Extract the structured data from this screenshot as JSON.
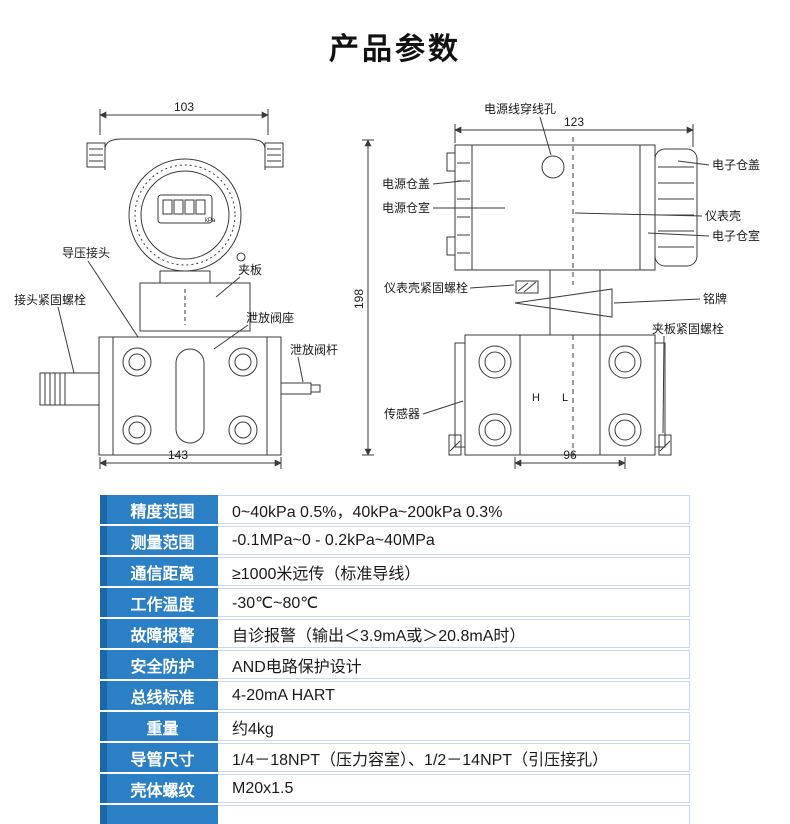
{
  "theme": {
    "accent_blue": "#2a7fc5",
    "accent_blue_dark": "#1b67a8",
    "line_color": "#3a3a3a"
  },
  "page": {
    "title": "产品参数"
  },
  "diagram": {
    "left": {
      "dim_top": "103",
      "dim_bottom": "143",
      "lcd_unit": "kPa",
      "labels": {
        "pressure_joint": "导压接头",
        "joint_bolt": "接头紧固螺栓",
        "clamp_plate": "夹板",
        "vent_valve_seat": "泄放阀座",
        "vent_valve_stem": "泄放阀杆"
      }
    },
    "right": {
      "dim_top": "123",
      "dim_left": "198",
      "dim_bottom": "96",
      "port_h": "H",
      "port_l": "L",
      "labels": {
        "cable_hole": "电源线穿线孔",
        "power_cover": "电源仓盖",
        "power_chamber": "电源仓室",
        "electronics_cover": "电子仓盖",
        "meter_housing": "仪表壳",
        "electronics_chamber": "电子仓室",
        "housing_bolt": "仪表壳紧固螺栓",
        "nameplate": "铭牌",
        "clamp_bolt": "夹板紧固螺栓",
        "sensor": "传感器"
      }
    }
  },
  "specs": {
    "rows": [
      {
        "label": "精度范围",
        "value": "0~40kPa 0.5%，40kPa~200kPa 0.3%"
      },
      {
        "label": "测量范围",
        "value": "-0.1MPa~0 - 0.2kPa~40MPa"
      },
      {
        "label": "通信距离",
        "value": "≥1000米远传（标准导线）"
      },
      {
        "label": "工作温度",
        "value": "-30℃~80℃"
      },
      {
        "label": "故障报警",
        "value": "自诊报警（输出＜3.9mA或＞20.8mA时）"
      },
      {
        "label": "安全防护",
        "value": "AND电路保护设计"
      },
      {
        "label": "总线标准",
        "value": "4-20mA HART"
      },
      {
        "label": "重量",
        "value": "约4kg"
      },
      {
        "label": "导管尺寸",
        "value": "1/4－18NPT（压力容室）、1/2－14NPT（引压接孔）"
      },
      {
        "label": "壳体螺纹",
        "value": "M20x1.5"
      }
    ]
  }
}
